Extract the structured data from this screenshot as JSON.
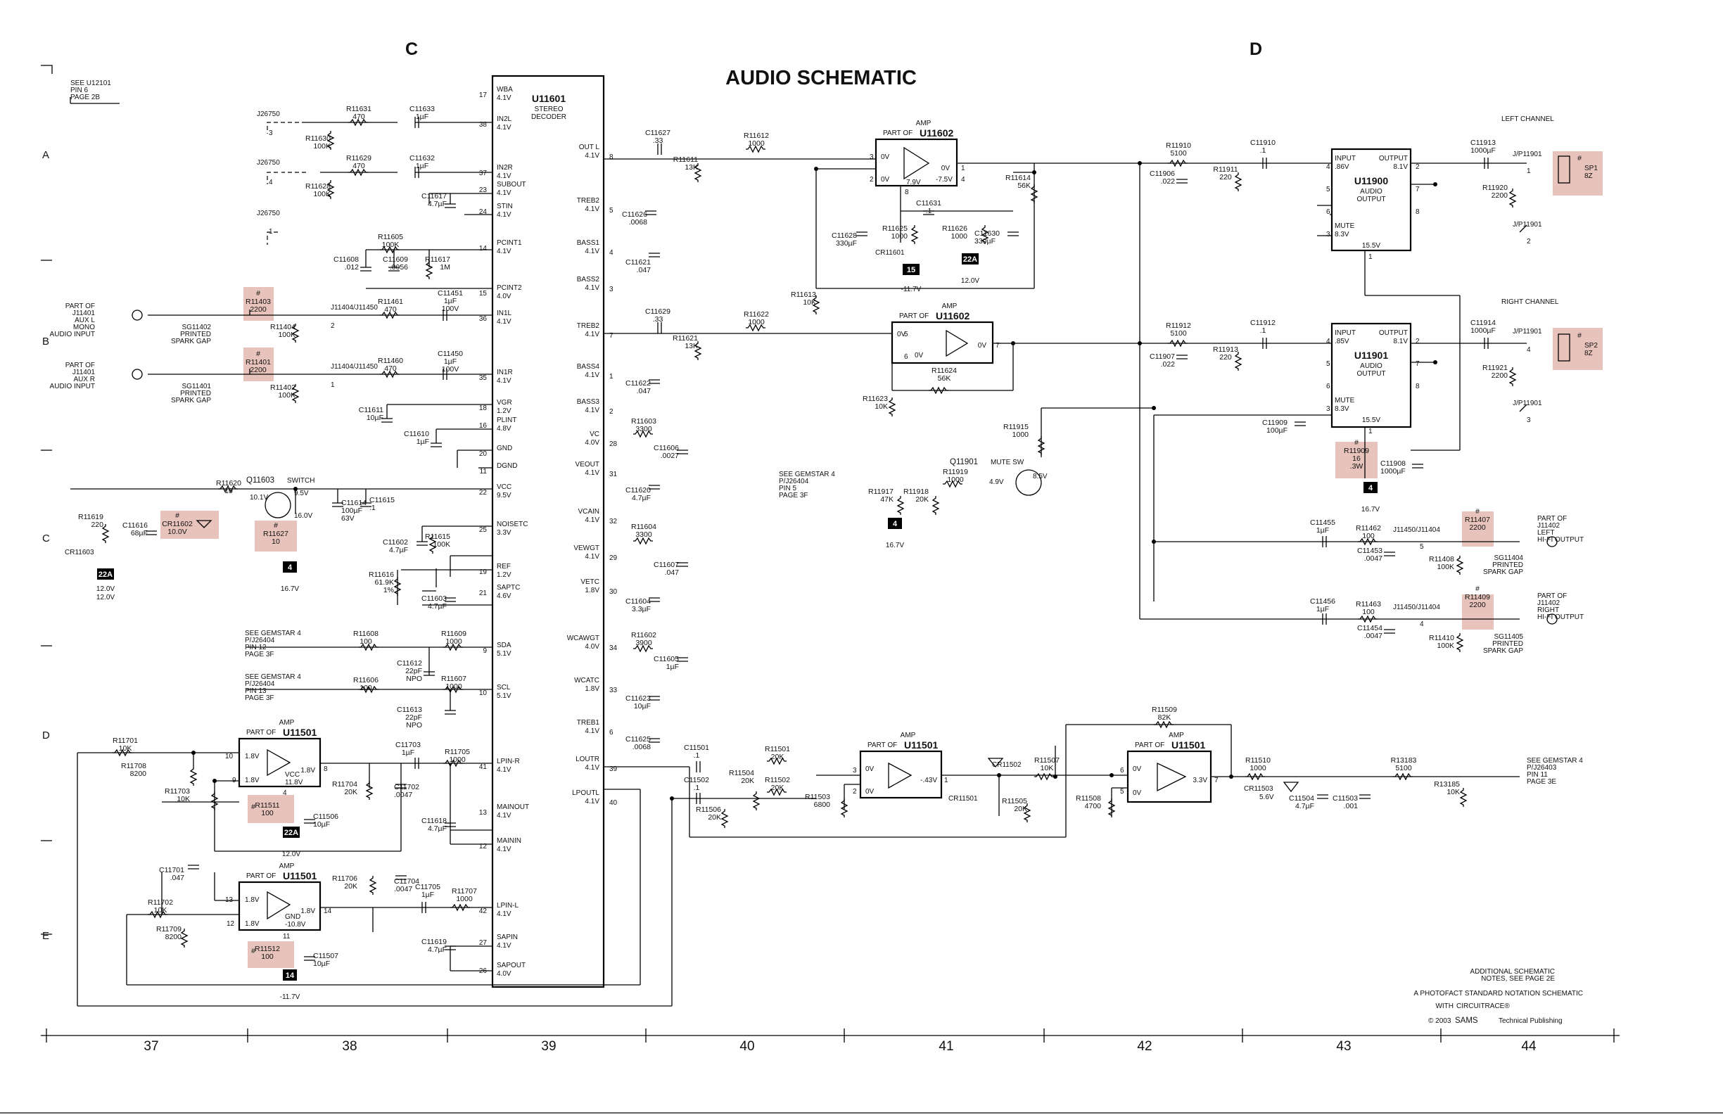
{
  "title": "AUDIO SCHEMATIC",
  "zones": [
    "C",
    "D"
  ],
  "row_markers": [
    "A",
    "B",
    "C",
    "D",
    "E"
  ],
  "column_numbers": [
    "37",
    "38",
    "39",
    "40",
    "41",
    "42",
    "43",
    "44"
  ],
  "footer": {
    "notes": [
      "ADDITIONAL SCHEMATIC",
      "NOTES, SEE PAGE 2E"
    ],
    "photofact": "A PHOTOFACT STANDARD NOTATION SCHEMATIC",
    "with": "WITH",
    "circuitrace": "CIRCUITRACE®",
    "copyright": "© 2003",
    "sams": "SAMS",
    "publisher": "Technical Publishing"
  },
  "ics": {
    "u11601": {
      "ref": "U11601",
      "desc": [
        "STEREO",
        "DECODER"
      ],
      "right_pins": [
        {
          "n": "17",
          "name": "WBA",
          "v": "4.1V"
        },
        {
          "n": "38",
          "name": "IN2L",
          "v": "4.1V"
        },
        {
          "n": "37",
          "name": "IN2R",
          "v": "4.1V"
        },
        {
          "n": "23",
          "name": "SUBOUT",
          "v": "4.1V"
        },
        {
          "n": "24",
          "name": "STIN",
          "v": "4.1V"
        },
        {
          "n": "14",
          "name": "PCINT1",
          "v": "4.1V"
        },
        {
          "n": "15",
          "name": "PCINT2",
          "v": "4.0V"
        },
        {
          "n": "36",
          "name": "IN1L",
          "v": "4.1V"
        },
        {
          "n": "35",
          "name": "IN1R",
          "v": "4.1V"
        },
        {
          "n": "18",
          "name": "VGR",
          "v": "1.2V"
        },
        {
          "n": "16",
          "name": "PLINT",
          "v": "4.8V"
        },
        {
          "n": "20",
          "name": "GND",
          "v": ""
        },
        {
          "n": "11",
          "name": "DGND",
          "v": ""
        },
        {
          "n": "22",
          "name": "VCC",
          "v": "9.5V"
        },
        {
          "n": "25",
          "name": "NOISETC",
          "v": "3.3V"
        },
        {
          "n": "19",
          "name": "REF",
          "v": "1.2V"
        },
        {
          "n": "21",
          "name": "SAPTC",
          "v": "4.6V"
        },
        {
          "n": "9",
          "name": "SDA",
          "v": "5.1V"
        },
        {
          "n": "10",
          "name": "SCL",
          "v": "5.1V"
        },
        {
          "n": "41",
          "name": "LPIN-R",
          "v": "4.1V"
        },
        {
          "n": "13",
          "name": "MAINOUT",
          "v": "4.1V"
        },
        {
          "n": "12",
          "name": "MAININ",
          "v": "4.1V"
        },
        {
          "n": "42",
          "name": "LPIN-L",
          "v": "4.1V"
        },
        {
          "n": "27",
          "name": "SAPIN",
          "v": "4.1V"
        },
        {
          "n": "26",
          "name": "SAPOUT",
          "v": "4.0V"
        }
      ],
      "left_pins": [
        {
          "n": "8",
          "name": "OUT L",
          "v": "4.1V"
        },
        {
          "n": "5",
          "name": "TREB2",
          "v": "4.1V"
        },
        {
          "n": "4",
          "name": "BASS1",
          "v": "4.1V"
        },
        {
          "n": "3",
          "name": "BASS2",
          "v": "4.1V"
        },
        {
          "n": "7",
          "name": "TREB2",
          "v": "4.1V"
        },
        {
          "n": "1",
          "name": "BASS4",
          "v": "4.1V"
        },
        {
          "n": "2",
          "name": "BASS3",
          "v": "4.1V"
        },
        {
          "n": "28",
          "name": "VC",
          "v": "4.0V"
        },
        {
          "n": "31",
          "name": "VEOUT",
          "v": "4.1V"
        },
        {
          "n": "32",
          "name": "VCAIN",
          "v": "4.1V"
        },
        {
          "n": "29",
          "name": "VEWGT",
          "v": "4.1V"
        },
        {
          "n": "30",
          "name": "VETC",
          "v": "1.8V"
        },
        {
          "n": "34",
          "name": "WCAWGT",
          "v": "4.0V"
        },
        {
          "n": "33",
          "name": "WCATC",
          "v": "1.8V"
        },
        {
          "n": "6",
          "name": "TREB1",
          "v": "4.1V"
        },
        {
          "n": "39",
          "name": "LOUTR",
          "v": "4.1V"
        },
        {
          "n": "40",
          "name": "LPOUTL",
          "v": "4.1V"
        }
      ]
    },
    "u11900": {
      "ref": "U11900",
      "desc": [
        "AUDIO",
        "OUTPUT"
      ],
      "in_label": "INPUT",
      "in_v": ".86V",
      "out_label": "OUTPUT",
      "out_v": "8.1V",
      "mute": "MUTE",
      "mute_v": "8.3V",
      "vbot": "15.5V",
      "pins": [
        "4",
        "2",
        "7",
        "5",
        "6",
        "8",
        "3",
        "1"
      ]
    },
    "u11901": {
      "ref": "U11901",
      "desc": [
        "AUDIO",
        "OUTPUT"
      ],
      "in_label": "INPUT",
      "in_v": ".85V",
      "out_label": "OUTPUT",
      "out_v": "8.1V",
      "mute": "MUTE",
      "mute_v": "8.3V",
      "vbot": "15.5V",
      "pins": [
        "4",
        "2",
        "7",
        "5",
        "6",
        "8",
        "3",
        "1"
      ]
    },
    "amp_a": {
      "hdr": "AMP",
      "part": "PART OF",
      "ref": "U11602",
      "v_left": "0V",
      "v_mid": "0V",
      "v_out": "0V",
      "v_b1": "7.9V",
      "v_b2": "-7.5V",
      "pins": [
        "3",
        "2",
        "1",
        "4",
        "8"
      ]
    },
    "amp_b": {
      "hdr": "AMP",
      "part": "PART OF",
      "ref": "U11602",
      "v_left": "0V",
      "v_mid": "0V",
      "v_out": "0V",
      "pins": [
        "5",
        "6",
        "7"
      ]
    },
    "amp_c": {
      "hdr": "AMP",
      "part": "PART OF",
      "ref": "U11501",
      "v_left": "0V",
      "v_mid": "0V",
      "v_out": "-.43V",
      "pins": [
        "3",
        "2",
        "1"
      ]
    },
    "amp_d": {
      "hdr": "AMP",
      "part": "PART OF",
      "ref": "U11501",
      "v_left": "0V",
      "v_mid": "0V",
      "v_out": "3.3V",
      "pins": [
        "6",
        "5",
        "7"
      ]
    },
    "amp_e": {
      "hdr": "AMP",
      "part": "PART OF",
      "ref": "U11501",
      "v1": "1.8V",
      "v2": "1.8V",
      "v3": "1.8V",
      "vcc": "VCC",
      "vcc_v": "11.8V",
      "pins": [
        "10",
        "9",
        "8",
        "4"
      ]
    },
    "amp_f": {
      "hdr": "AMP",
      "part": "PART OF",
      "ref": "U11501",
      "v1": "1.8V",
      "v2": "1.8V",
      "v3": "1.8V",
      "gnd": "GND",
      "gnd_v": "-10.8V",
      "pins": [
        "13",
        "12",
        "14",
        "11"
      ]
    }
  },
  "components": {
    "r11631": [
      "R11631",
      "470"
    ],
    "c11633": [
      "C11633",
      "1µF"
    ],
    "r11630": [
      "R11630",
      "100K"
    ],
    "r11629": [
      "R11629",
      "470"
    ],
    "c11632": [
      "C11632",
      "1µF"
    ],
    "r11628": [
      "R11628",
      "100K"
    ],
    "c11617": [
      "C11617",
      "4.7µF"
    ],
    "r11605": [
      "R11605",
      "100K"
    ],
    "c11608": [
      "C11608",
      ".012"
    ],
    "c11609": [
      "C11609",
      ".0056"
    ],
    "r11617": [
      "R11617",
      "1M"
    ],
    "r11403": [
      "R11403",
      "2200"
    ],
    "r11461": [
      "R11461",
      "470"
    ],
    "c11451": [
      "C11451",
      "1µF",
      "100V"
    ],
    "r11404": [
      "R11404",
      "100K"
    ],
    "r11401": [
      "R11401",
      "2200"
    ],
    "r11460": [
      "R11460",
      "470"
    ],
    "c11450": [
      "C11450",
      "1µF",
      "100V"
    ],
    "r11402": [
      "R11402",
      "100K"
    ],
    "c11611": [
      "C11611",
      "10µF"
    ],
    "c11610": [
      "C11610",
      "1µF"
    ],
    "r11620": [
      "R11620",
      "10"
    ],
    "c11614": [
      "C11614",
      "100µF",
      "63V"
    ],
    "c11615": [
      "C11615",
      ".1"
    ],
    "r11619": [
      "R11619",
      "220"
    ],
    "c11616": [
      "C11616",
      "68µF"
    ],
    "cr11602": [
      "CR11602",
      "10.0V"
    ],
    "r11627": [
      "R11627",
      "10"
    ],
    "r11615": [
      "R11615",
      "100K"
    ],
    "c11602": [
      "C11602",
      "4.7µF"
    ],
    "r11616": [
      "R11616",
      "61.9K",
      "1%"
    ],
    "c11603": [
      "C11603",
      "4.7µF"
    ],
    "r11608": [
      "R11608",
      "100"
    ],
    "r11609": [
      "R11609",
      "1000"
    ],
    "c11612": [
      "C11612",
      "22pF",
      "NPO"
    ],
    "r11606": [
      "R11606",
      "100"
    ],
    "r11607": [
      "R11607",
      "1000"
    ],
    "c11613": [
      "C11613",
      "22pF",
      "NPO"
    ],
    "r11701": [
      "R11701",
      "10K"
    ],
    "r11708": [
      "R11708",
      "8200"
    ],
    "r11703": [
      "R11703",
      "10K"
    ],
    "r11511": [
      "R11511",
      "100"
    ],
    "c11506": [
      "C11506",
      "10µF"
    ],
    "r11704": [
      "R11704",
      "20K"
    ],
    "c11702": [
      "C11702",
      ".0047"
    ],
    "c11703": [
      "C11703",
      "1µF"
    ],
    "r11705": [
      "R11705",
      "1000"
    ],
    "c11618": [
      "C11618",
      "4.7µF"
    ],
    "c11701": [
      "C11701",
      ".047"
    ],
    "r11706": [
      "R11706",
      "20K"
    ],
    "c11704": [
      "C11704",
      ".0047"
    ],
    "c11705": [
      "C11705",
      "1µF"
    ],
    "r11707": [
      "R11707",
      "1000"
    ],
    "r11702": [
      "R11702",
      "10K"
    ],
    "r11709": [
      "R11709",
      "8200"
    ],
    "r11512": [
      "R11512",
      "100"
    ],
    "c11507": [
      "C11507",
      "10µF"
    ],
    "c11619": [
      "C11619",
      "4.7µF"
    ],
    "c11627": [
      "C11627",
      ".33"
    ],
    "r11611": [
      "R11611",
      "13K"
    ],
    "r11612": [
      "R11612",
      "1000"
    ],
    "c11626": [
      "C11626",
      ".0068"
    ],
    "c11621": [
      "C11621",
      ".047"
    ],
    "c11629": [
      "C11629",
      ".33"
    ],
    "r11621": [
      "R11621",
      "13K"
    ],
    "r11622": [
      "R11622",
      "1000"
    ],
    "c11622": [
      "C11622",
      ".047"
    ],
    "r11603": [
      "R11603",
      "3300"
    ],
    "c11606": [
      "C11606",
      ".0027"
    ],
    "c11620": [
      "C11620",
      "4.7µF"
    ],
    "r11604": [
      "R11604",
      "3300"
    ],
    "c11607": [
      "C11607",
      ".047"
    ],
    "c11604": [
      "C11604",
      "3.3µF"
    ],
    "r11602": [
      "R11602",
      "3900"
    ],
    "c11605": [
      "C11605",
      "1µF"
    ],
    "c11623": [
      "C11623",
      "10µF"
    ],
    "c11625": [
      "C11625",
      ".0068"
    ],
    "c11628": [
      "C11628",
      "330µF"
    ],
    "r11625": [
      "R11625",
      "1000"
    ],
    "c11631": [
      "C11631",
      ".1"
    ],
    "r11626": [
      "R11626",
      "1000"
    ],
    "c11630": [
      "C11630",
      "330µF"
    ],
    "r11614": [
      "R11614",
      "56K"
    ],
    "r11613": [
      "R11613",
      "10K"
    ],
    "r11623": [
      "R11623",
      "10K"
    ],
    "r11624": [
      "R11624",
      "56K"
    ],
    "r11915": [
      "R11915",
      "1000"
    ],
    "r11917": [
      "R11917",
      "47K"
    ],
    "r11918": [
      "R11918",
      "20K"
    ],
    "r11919": [
      "R11919",
      "1000"
    ],
    "r11910": [
      "R11910",
      "5100"
    ],
    "c11906": [
      "C11906",
      ".022"
    ],
    "r11911": [
      "R11911",
      "220"
    ],
    "c11910": [
      "C11910",
      ".1"
    ],
    "c11913": [
      "C11913",
      "1000µF"
    ],
    "r11920": [
      "R11920",
      "2200"
    ],
    "r11912": [
      "R11912",
      "5100"
    ],
    "c11907": [
      "C11907",
      ".022"
    ],
    "r11913": [
      "R11913",
      "220"
    ],
    "c11912": [
      "C11912",
      ".1"
    ],
    "c11914": [
      "C11914",
      "1000µF"
    ],
    "r11921": [
      "R11921",
      "2200"
    ],
    "c11909": [
      "C11909",
      "100µF"
    ],
    "r11909": [
      "R11909",
      "16",
      ".3W"
    ],
    "c11908": [
      "C11908",
      "1000µF"
    ],
    "c11455": [
      "C11455",
      "1µF"
    ],
    "r11462": [
      "R11462",
      "100"
    ],
    "c11453": [
      "C11453",
      ".0047"
    ],
    "r11408": [
      "R11408",
      "100K"
    ],
    "r11407": [
      "R11407",
      "2200"
    ],
    "c11456": [
      "C11456",
      "1µF"
    ],
    "r11463": [
      "R11463",
      "100"
    ],
    "c11454": [
      "C11454",
      ".0047"
    ],
    "r11410": [
      "R11410",
      "100K"
    ],
    "r11409": [
      "R11409",
      "2200"
    ],
    "c11501": [
      "C11501",
      ".1"
    ],
    "c11502": [
      "C11502",
      ".1"
    ],
    "r11506": [
      "R11506",
      "20K"
    ],
    "r11504": [
      "R11504",
      "20K"
    ],
    "r11501": [
      "R11501",
      "20K"
    ],
    "r11502": [
      "R11502",
      "20K"
    ],
    "r11503": [
      "R11503",
      "6800"
    ],
    "r11505": [
      "R11505",
      "20K"
    ],
    "r11507": [
      "R11507",
      "10K"
    ],
    "r11509": [
      "R11509",
      "82K"
    ],
    "r11508": [
      "R11508",
      "4700"
    ],
    "r11510": [
      "R11510",
      "1000"
    ],
    "cr11503": [
      "CR11503",
      "5.6V"
    ],
    "c11504": [
      "C11504",
      "4.7µF"
    ],
    "c11503": [
      "C11503",
      ".001"
    ],
    "r13183": [
      "R13183",
      "5100"
    ],
    "r13185": [
      "R13185",
      "10K"
    ]
  },
  "labels": {
    "see_u12101": [
      "SEE U12101",
      "PIN 6",
      "PAGE 2B"
    ],
    "j26750": "J26750",
    "j26750_pins": [
      "3",
      "4",
      "1"
    ],
    "part_j11401_a": [
      "PART OF",
      "J11401",
      "AUX L",
      "MONO",
      "AUDIO INPUT"
    ],
    "part_j11401_b": [
      "PART OF",
      "J11401",
      "AUX R",
      "AUDIO INPUT"
    ],
    "sg11402": [
      "SG11402",
      "PRINTED",
      "SPARK GAP"
    ],
    "sg11401": [
      "SG11401",
      "PRINTED",
      "SPARK GAP"
    ],
    "j11404": "J11404/J11450",
    "j11404_pins": [
      "2",
      "1"
    ],
    "q11603": "Q11603",
    "q11603_fn": "SWITCH",
    "q11603_v": [
      "10.1V",
      "9.5V",
      "16.0V"
    ],
    "cr11603": "CR11603",
    "cr11603_v": "12.0V",
    "see_gemstar_sda": [
      "SEE GEMSTAR 4",
      "P/J26404",
      "PIN 12",
      "PAGE 3F"
    ],
    "see_gemstar_scl": [
      "SEE GEMSTAR 4",
      "P/J26404",
      "PIN 13",
      "PAGE 3F"
    ],
    "see_gemstar_mute": [
      "SEE GEMSTAR 4",
      "P/J26404",
      "PIN 5",
      "PAGE 3F"
    ],
    "see_gemstar_out": [
      "SEE GEMSTAR 4",
      "P/J26403",
      "PIN 11",
      "PAGE 3E"
    ],
    "cr11601": "CR11601",
    "q11901": "Q11901",
    "q11901_fn": "MUTE SW",
    "q11901_v": [
      "4.9V",
      "8.5V"
    ],
    "left_channel": "LEFT CHANNEL",
    "right_channel": "RIGHT CHANNEL",
    "jp11901": "J/P11901",
    "jp11901_pins": [
      "1",
      "2",
      "4",
      "3"
    ],
    "sp1": [
      "SP1",
      "8Z"
    ],
    "sp2": [
      "SP2",
      "8Z"
    ],
    "j11450": "J11450/J11404",
    "j11450_pins": [
      "5",
      "4"
    ],
    "part_j11402_l": [
      "PART OF",
      "J11402",
      "LEFT",
      "HI-FI OUTPUT"
    ],
    "part_j11402_r": [
      "PART OF",
      "J11402",
      "RIGHT",
      "HI-FI OUTPUT"
    ],
    "sg11404": [
      "SG11404",
      "PRINTED",
      "SPARK GAP"
    ],
    "sg11405": [
      "SG11405",
      "PRINTED",
      "SPARK GAP"
    ],
    "cr11502": "CR11502",
    "cr11501": "CR11501",
    "hash": "#"
  },
  "tags": [
    {
      "t": "22A",
      "v": "12.0V"
    },
    {
      "t": "15",
      "v": "-11.7V"
    },
    {
      "t": "22A",
      "v": "12.0V"
    },
    {
      "t": "4",
      "v": "16.7V"
    },
    {
      "t": "4",
      "v": "16.7V"
    },
    {
      "t": "4",
      "v": "16.7V"
    },
    {
      "t": "22A",
      "v": "12.0V"
    },
    {
      "t": "14",
      "v": "-11.7V"
    }
  ],
  "colors": {
    "ink": "#000000",
    "highlight": "#e7c3bc",
    "background": "#ffffff"
  }
}
